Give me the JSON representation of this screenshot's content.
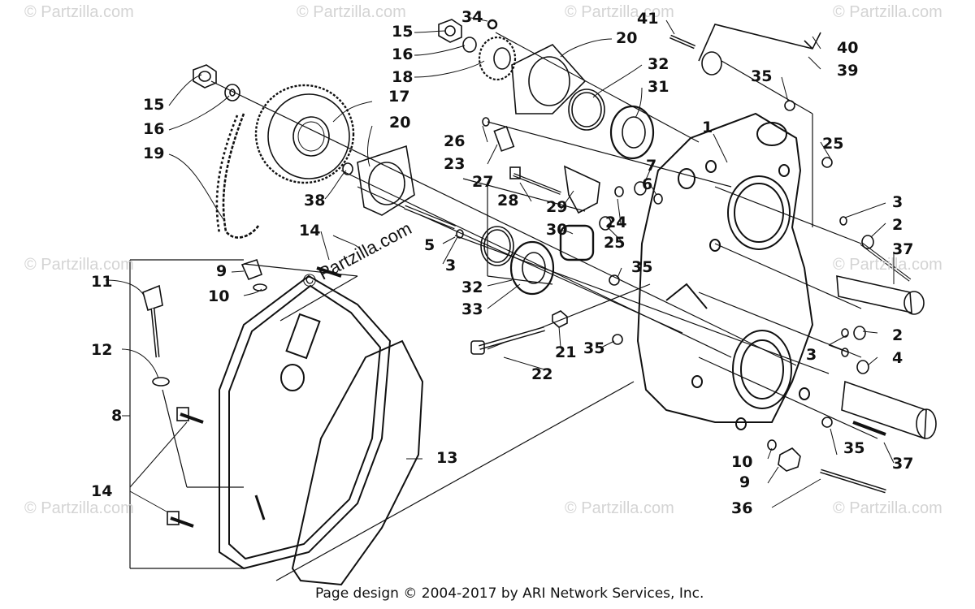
{
  "diagram": {
    "callouts": [
      "1",
      "2",
      "2",
      "3",
      "3",
      "3",
      "4",
      "5",
      "6",
      "7",
      "8",
      "9",
      "9",
      "10",
      "10",
      "11",
      "12",
      "13",
      "14",
      "14",
      "15",
      "15",
      "16",
      "16",
      "17",
      "18",
      "19",
      "20",
      "20",
      "21",
      "22",
      "23",
      "24",
      "25",
      "25",
      "26",
      "27",
      "28",
      "29",
      "30",
      "31",
      "32",
      "32",
      "33",
      "34",
      "35",
      "35",
      "35",
      "35",
      "36",
      "37",
      "37",
      "38",
      "39",
      "40",
      "41"
    ],
    "watermark": "© Partzilla.com",
    "footer": "Page design © 2004-2017 by ARI Network Services, Inc."
  }
}
